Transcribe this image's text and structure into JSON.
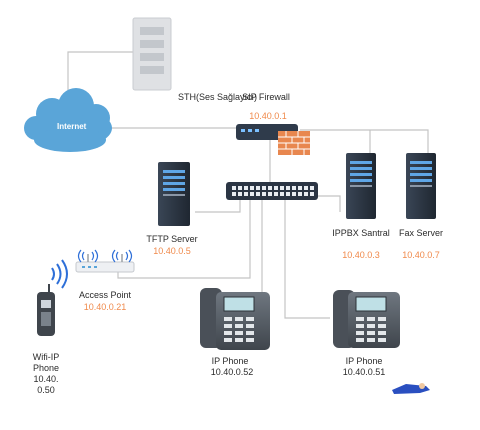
{
  "diagram": {
    "cloud_label": "Internet",
    "sth": {
      "label": "STH(Ses Sağlayıcı)"
    },
    "firewall": {
      "label": "SIP Firewall",
      "ip": "10.40.0.1"
    },
    "tftp": {
      "label": "TFTP Server",
      "ip": "10.40.0.5"
    },
    "ippbx": {
      "label": "IPPBX Santral",
      "ip": "10.40.0.3"
    },
    "fax": {
      "label": "Fax Server",
      "ip": "10.40.0.7"
    },
    "access_point": {
      "label": "Access Point",
      "ip": "10.40.0.21"
    },
    "ip_phone_1": {
      "label": "IP Phone",
      "ip": "10.40.0.52"
    },
    "ip_phone_2": {
      "label": "IP Phone",
      "ip": "10.40.0.51"
    },
    "wifi_phone": {
      "label_line1": "Wifi-IP",
      "label_line2": "Phone",
      "ip_line1": "10.40.",
      "ip_line2": "0.50"
    }
  },
  "colors": {
    "line": "#bfbfbf",
    "ip": "#f08a4b",
    "server_dark": "#2e3845",
    "cloud": "#5aa5d8",
    "brick": "#e8874f"
  }
}
